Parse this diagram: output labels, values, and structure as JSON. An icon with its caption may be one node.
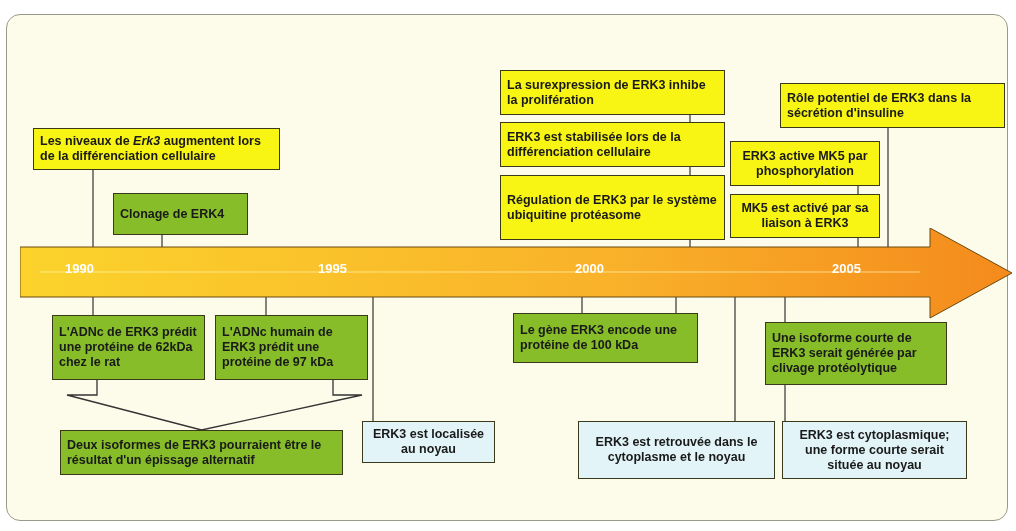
{
  "diagram": {
    "nodes": [
      {
        "text": [
          "1990",
          "1995",
          "2000",
          "2005"
        ]
      },
      {
        "text": [
          "Les niveaux de *Erk3* augmentent lors de la différenciation cellulaire"
        ]
      },
      {
        "text": [
          "Clonage de ERK4"
        ]
      },
      {
        "text": [
          "La surexpression de ERK3 inhibe la prolifération"
        ]
      },
      {
        "text": [
          "ERK3 est stabilisée lors de la différenciation cellulaire"
        ]
      },
      {
        "text": [
          "Régulation de ERK3 par le système ubiquitine protéasome"
        ]
      },
      {
        "text": [
          "Rôle potentiel de ERK3 dans la sécrétion d'insuline"
        ]
      },
      {
        "text": [
          "ERK3 active MK5 par phosphorylation"
        ]
      },
      {
        "text": [
          "MK5 est activé par sa liaison à ERK3"
        ]
      },
      {
        "text": [
          "L'ADNc de ERK3 prédit une protéine de 62kDa chez le rat"
        ]
      },
      {
        "text": [
          "L'ADNc humain de ERK3 prédit une protéine de 97 kDa"
        ]
      },
      {
        "text": [
          "Deux isoformes de ERK3 pourraient être le résultat d'un épissage alternatif"
        ]
      },
      {
        "text": [
          "ERK3 est localisée au noyau"
        ]
      },
      {
        "text": [
          "Le gène ERK3 encode une protéine de 100 kDa"
        ]
      },
      {
        "text": [
          "ERK3 est retrouvée dans le cytoplasme et le noyau"
        ]
      },
      {
        "text": [
          "Une isoforme courte de ERK3 serait générée par clivage protéolytique"
        ]
      },
      {
        "text": [
          "ERK3 est cytoplasmique; une forme courte serait située au noyau"
        ]
      }
    ],
    "edges": [
      {
        "from": 1,
        "to": 0,
        "arrow": "none"
      },
      {
        "from": 2,
        "to": 0,
        "arrow": "none"
      },
      {
        "from": 3,
        "to": 4,
        "arrow": "none"
      },
      {
        "from": 4,
        "to": 5,
        "arrow": "none"
      },
      {
        "from": 5,
        "to": 0,
        "arrow": "none"
      },
      {
        "from": 6,
        "to": 0,
        "arrow": "none"
      },
      {
        "from": 7,
        "to": 8,
        "arrow": "none"
      },
      {
        "from": 8,
        "to": 0,
        "arrow": "none"
      },
      {
        "from": 0,
        "to": 9,
        "arrow": "none"
      },
      {
        "from": 0,
        "to": 10,
        "arrow": "none"
      },
      {
        "from": 0,
        "to": 12,
        "arrow": "none"
      },
      {
        "from": 0,
        "to": 13,
        "arrow": "none"
      },
      {
        "from": 0,
        "to": 13,
        "arrow": "none"
      },
      {
        "from": 0,
        "to": 14,
        "arrow": "none"
      },
      {
        "from": 0,
        "to": 15,
        "arrow": "none"
      },
      {
        "from": 15,
        "to": 16,
        "arrow": "none"
      },
      {
        "from": 9,
        "to": 11,
        "arrow": "to"
      },
      {
        "from": 10,
        "to": 11,
        "arrow": "to"
      }
    ]
  }
}
